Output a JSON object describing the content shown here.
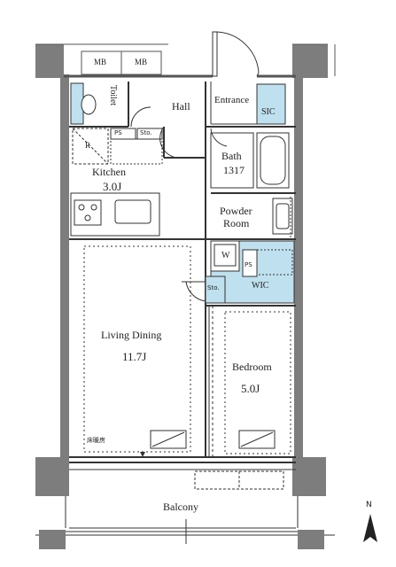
{
  "rooms": {
    "toilet": "Toilet",
    "hall": "Hall",
    "entrance": "Entrance",
    "sic": "SIC",
    "kitchen": "Kitchen",
    "kitchen_area": "3.0J",
    "bath": "Bath",
    "bath_size": "1317",
    "powder_room_line1": "Powder",
    "powder_room_line2": "Room",
    "living_dining": "Living Dining",
    "living_dining_area": "11.7J",
    "bedroom": "Bedroom",
    "bedroom_area": "5.0J",
    "wic": "WIC",
    "balcony": "Balcony"
  },
  "fixtures": {
    "mb_left": "MB",
    "mb_right": "MB",
    "ps_kitchen": "PS",
    "sto_kitchen": "Sto.",
    "refrigerator": "R",
    "washer": "W",
    "ps_wic": "PS",
    "sto_bedroom": "Sto."
  },
  "notes": {
    "floor_heating": "床暖房"
  },
  "compass": {
    "north": "N"
  },
  "colors": {
    "wall": "#7d7d7d",
    "storage_fill": "#bfe0ee",
    "line": "#333333"
  }
}
